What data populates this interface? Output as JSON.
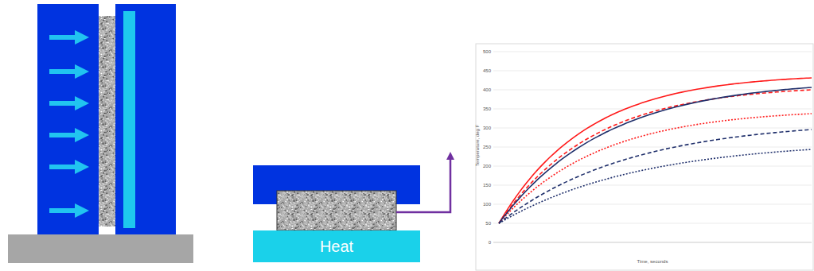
{
  "diagram": {
    "nodes": [
      {
        "text": [
          "Heat"
        ]
      }
    ],
    "labels": [
      "500",
      "450",
      "400",
      "350",
      "300",
      "250",
      "200",
      "150",
      "100",
      "50",
      "0",
      "Temperature, deg F",
      "Time, seconds"
    ]
  }
}
